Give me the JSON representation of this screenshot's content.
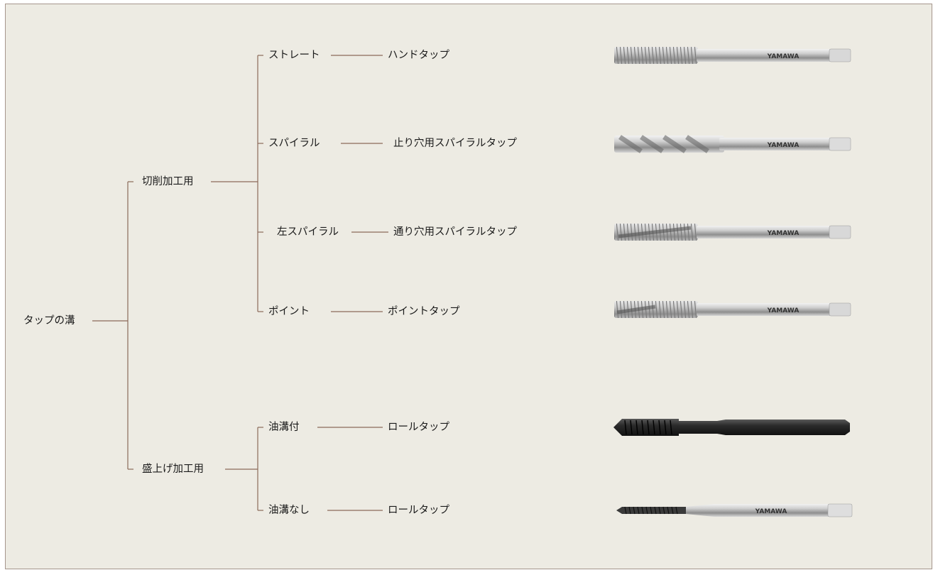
{
  "root": {
    "label": "タップの溝"
  },
  "groups": [
    {
      "label": "切削加工用"
    },
    {
      "label": "盛上げ加工用"
    }
  ],
  "branches": [
    {
      "label": "ストレート",
      "tap": "ハンドタップ"
    },
    {
      "label": "スパイラル",
      "tap": "止り穴用スパイラルタップ"
    },
    {
      "label": "左スパイラル",
      "tap": "通り穴用スパイラルタップ"
    },
    {
      "label": "ポイント",
      "tap": "ポイントタップ"
    },
    {
      "label": "油溝付",
      "tap": "ロールタップ"
    },
    {
      "label": "油溝なし",
      "tap": "ロールタップ"
    }
  ],
  "brand": "YAMAWA",
  "colors": {
    "background": "#edebe3",
    "connector": "#8c6a5a",
    "border": "#a5968c",
    "steel": "#c8c8c8",
    "black_oxide": "#2a2a2a"
  }
}
